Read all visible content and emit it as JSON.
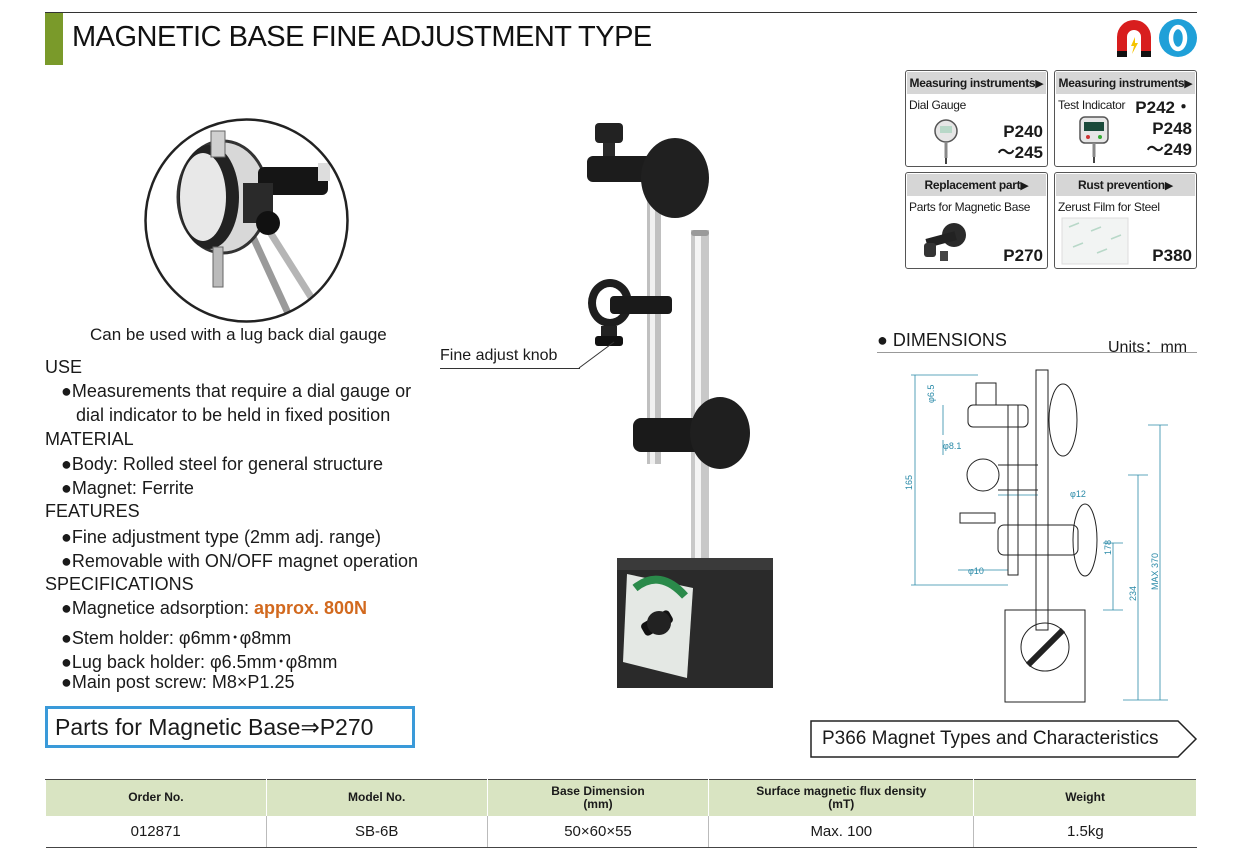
{
  "header": {
    "title": "MAGNETIC BASE FINE ADJUSTMENT TYPE"
  },
  "refs": [
    {
      "heading": "Measuring instruments",
      "sub": "Dial Gauge",
      "page_line1": "P240",
      "page_line2": "～245"
    },
    {
      "heading": "Measuring instruments",
      "sub": "Test Indicator",
      "page_line1": "P242・",
      "page_line2": "P248",
      "page_line3": "～249"
    },
    {
      "heading": "Replacement part",
      "sub": "Parts for Magnetic Base",
      "page_line1": "P270"
    },
    {
      "heading": "Rust prevention",
      "sub": "Zerust Film for Steel",
      "page_line1": "P380"
    }
  ],
  "caption": "Can be used with a lug back dial gauge",
  "use": {
    "label": "USE",
    "line1": "●Measurements that require a dial gauge or",
    "line2": "dial indicator to be held in fixed position"
  },
  "material": {
    "label": "MATERIAL",
    "items": [
      "●Body: Rolled steel for general structure",
      "●Magnet: Ferrite"
    ]
  },
  "features": {
    "label": "FEATURES",
    "items": [
      "●Fine adjustment type (2mm adj. range)",
      "●Removable with ON/OFF magnet operation"
    ]
  },
  "specs": {
    "label": "SPECIFICATIONS",
    "adsorption_prefix": "●Magnetice adsorption: ",
    "adsorption_value": "approx. 800N",
    "items": [
      "●Stem holder: φ6mm･φ8mm",
      "●Lug back holder: φ6.5mm･φ8mm",
      "●Main post screw: M8×P1.25"
    ]
  },
  "parts_link": "Parts for Magnetic Base⇒P270",
  "product_label": "Fine adjust knob",
  "dimensions": {
    "title": "● DIMENSIONS",
    "units": "Units：mm",
    "labels": {
      "d65": "φ6.5",
      "d81": "φ8.1",
      "d12": "φ12",
      "d10": "φ10",
      "h165": "165",
      "h178": "178",
      "h234": "234",
      "hmax": "MAX 370"
    }
  },
  "magnet_link": "P366 Magnet Types and Characteristics",
  "table": {
    "headers": [
      {
        "line1": "Order No.",
        "line2": ""
      },
      {
        "line1": "Model No.",
        "line2": ""
      },
      {
        "line1": "Base Dimension",
        "line2": "(mm)"
      },
      {
        "line1": "Surface magnetic flux density",
        "line2": "(mT)"
      },
      {
        "line1": "Weight",
        "line2": ""
      }
    ],
    "rows": [
      [
        "012871",
        "SB-6B",
        "50×60×55",
        "Max. 100",
        "1.5kg"
      ]
    ]
  },
  "colors": {
    "accent": "#7a9a2a",
    "highlight": "#d2691e",
    "link_border": "#3a9ad9",
    "table_header": "#d9e4c2"
  }
}
